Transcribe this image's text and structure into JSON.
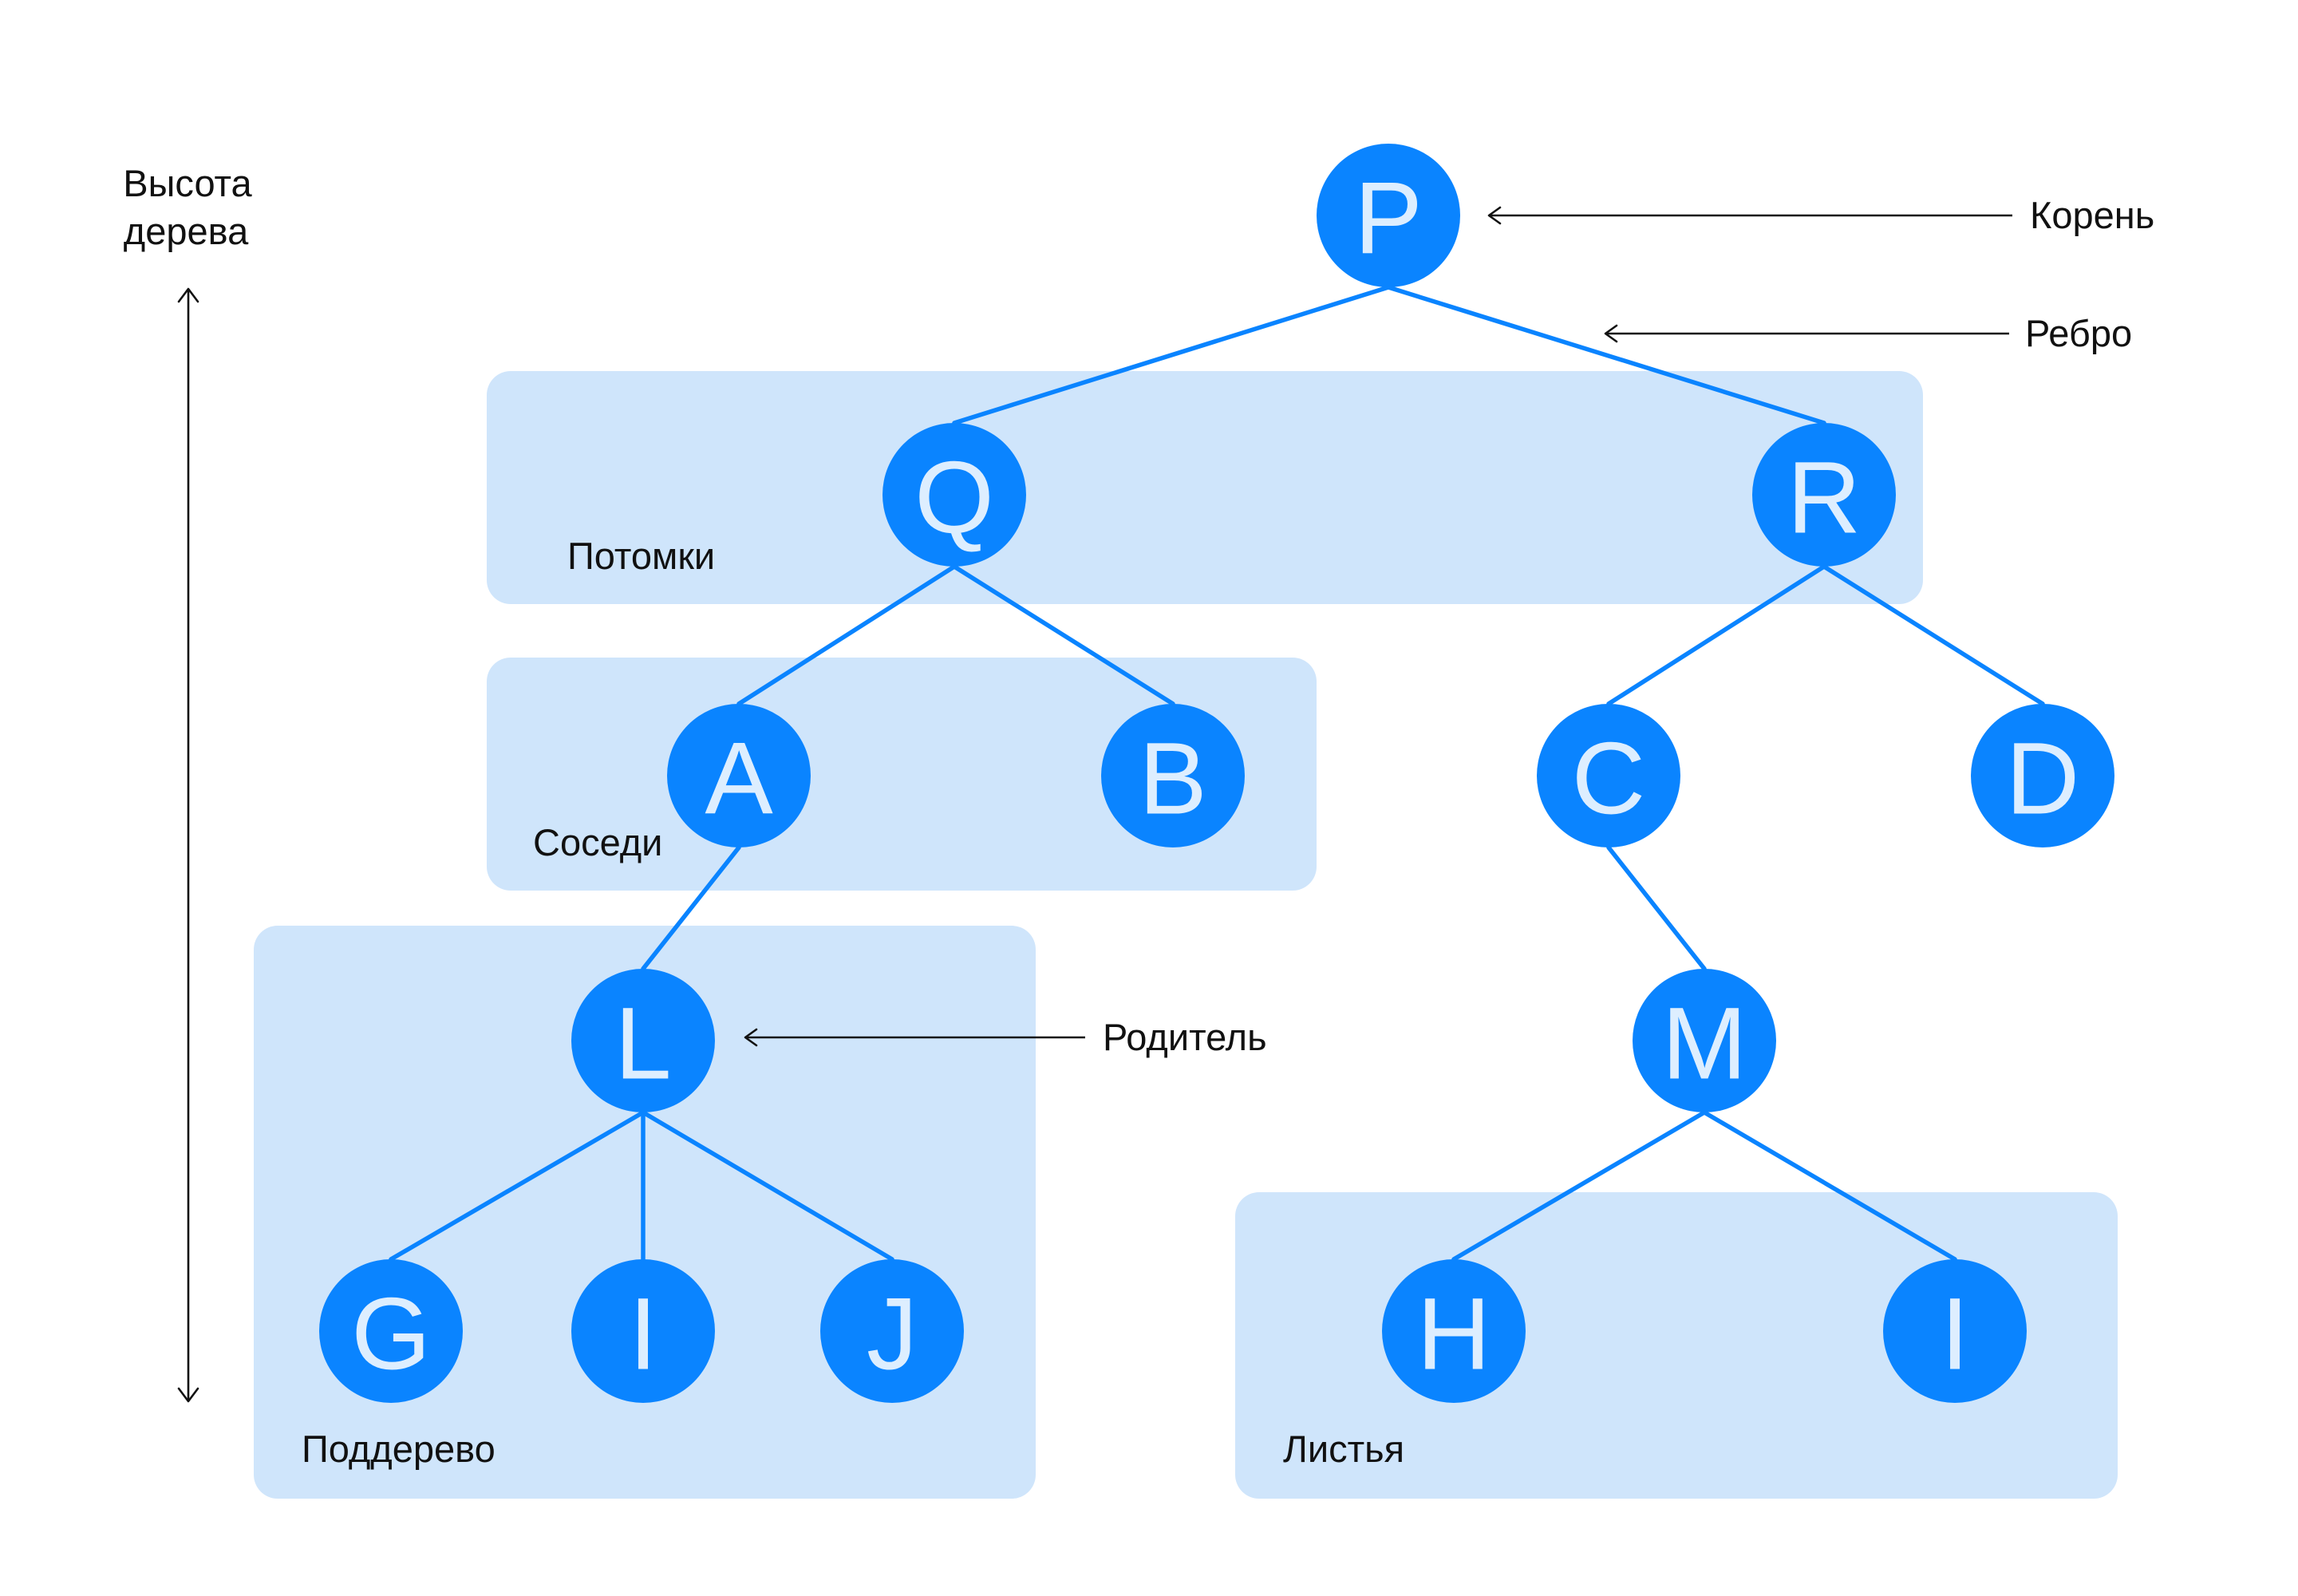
{
  "regions": [
    {
      "id": "descendants",
      "label": "Потомки"
    },
    {
      "id": "siblings",
      "label": "Соседи"
    },
    {
      "id": "subtree",
      "label": "Поддерево"
    },
    {
      "id": "leaves",
      "label": "Листья"
    }
  ],
  "nodes": [
    {
      "id": "P",
      "label": "P"
    },
    {
      "id": "Q",
      "label": "Q"
    },
    {
      "id": "R",
      "label": "R"
    },
    {
      "id": "A",
      "label": "A"
    },
    {
      "id": "B",
      "label": "B"
    },
    {
      "id": "C",
      "label": "C"
    },
    {
      "id": "D",
      "label": "D"
    },
    {
      "id": "L",
      "label": "L"
    },
    {
      "id": "M",
      "label": "M"
    },
    {
      "id": "G",
      "label": "G"
    },
    {
      "id": "I1",
      "label": "I"
    },
    {
      "id": "J",
      "label": "J"
    },
    {
      "id": "H",
      "label": "H"
    },
    {
      "id": "I2",
      "label": "I"
    }
  ],
  "edges": [
    [
      "P",
      "Q"
    ],
    [
      "P",
      "R"
    ],
    [
      "Q",
      "A"
    ],
    [
      "Q",
      "B"
    ],
    [
      "R",
      "C"
    ],
    [
      "R",
      "D"
    ],
    [
      "A",
      "L"
    ],
    [
      "C",
      "M"
    ],
    [
      "L",
      "G"
    ],
    [
      "L",
      "I1"
    ],
    [
      "L",
      "J"
    ],
    [
      "M",
      "H"
    ],
    [
      "M",
      "I2"
    ]
  ],
  "annotations": {
    "height_line1": "Высота",
    "height_line2": "дерева",
    "root": "Корень",
    "edge": "Ребро",
    "parent": "Родитель"
  },
  "colors": {
    "node": "#0a84ff",
    "node_text": "#ddeeff",
    "region": "#cfe5fb",
    "annotation": "#111111"
  }
}
